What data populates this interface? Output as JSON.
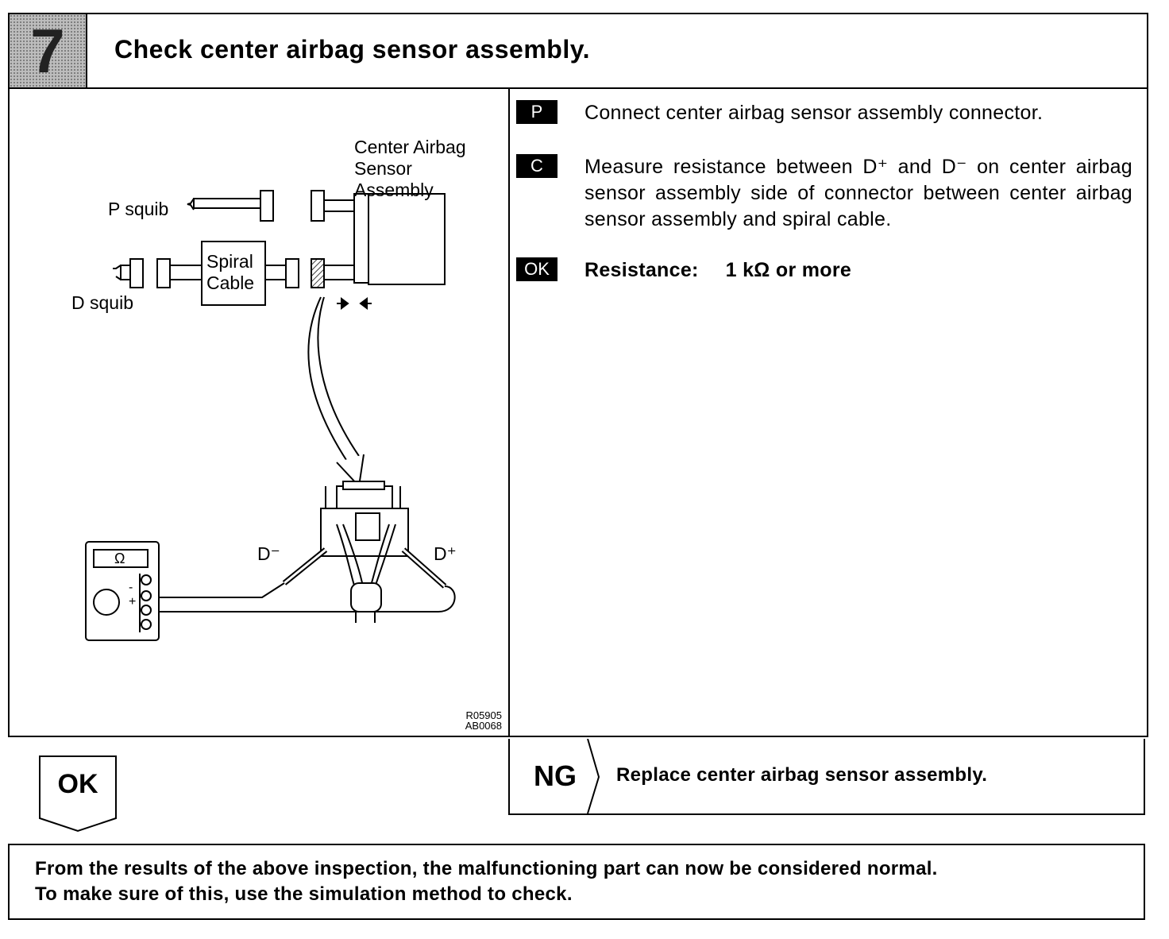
{
  "header": {
    "step_number": "7",
    "title": "Check center airbag sensor assembly."
  },
  "diagram": {
    "labels": {
      "center_airbag_sensor_line1": "Center Airbag",
      "center_airbag_sensor_line2": "Sensor",
      "center_airbag_sensor_line3": "Assembly",
      "p_squib": "P squib",
      "d_squib": "D squib",
      "spiral_cable_line1": "Spiral",
      "spiral_cable_line2": "Cable",
      "d_minus": "D⁻",
      "d_plus": "D⁺",
      "ohm_symbol": "Ω",
      "meter_minus": "-",
      "meter_plus": "+"
    },
    "ref_codes": [
      "R05905",
      "AB0068"
    ]
  },
  "steps": [
    {
      "tag": "P",
      "text": "Connect center airbag sensor assembly connector."
    },
    {
      "tag": "C",
      "text": "Measure resistance between D⁺ and D⁻ on center airbag sensor assembly side of connector between center airbag sensor assembly and spiral cable."
    },
    {
      "tag": "OK",
      "label": "Resistance:",
      "value": "1 kΩ or more"
    }
  ],
  "result_ok": {
    "label": "OK"
  },
  "result_ng": {
    "label": "NG",
    "action": "Replace center airbag sensor assembly."
  },
  "footer": {
    "line1": "From the results of the above inspection, the malfunctioning part can now be considered normal.",
    "line2": "To make sure of this, use the simulation method to check."
  }
}
